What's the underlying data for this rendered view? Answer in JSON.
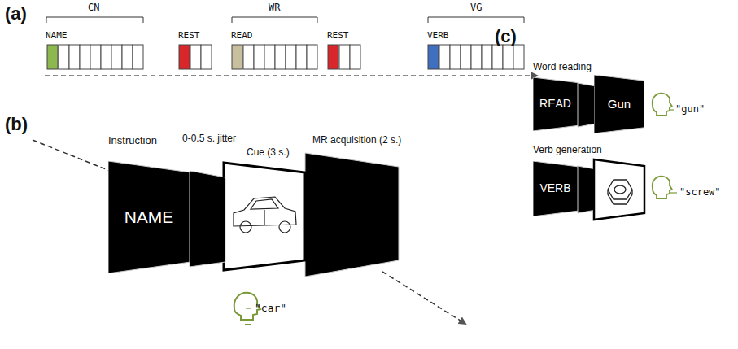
{
  "diagram": {
    "nodes": [
      {
        "text": [
          "NAME"
        ]
      },
      {
        "text": [
          "READ"
        ]
      },
      {
        "text": [
          "Gun"
        ]
      },
      {
        "text": [
          "VERB"
        ]
      }
    ],
    "labels": [
      "(a)",
      "CN",
      "WR",
      "VG",
      "NAME",
      "REST",
      "READ",
      "REST",
      "VERB",
      "(b)",
      "Instruction",
      "0-0.5 s. jitter",
      "Cue (3 s.)",
      "MR acquisition (2 s.)",
      "\"car\"",
      "(c)",
      "Word reading",
      "\"gun\"",
      "Verb generation",
      "\"screw\""
    ]
  }
}
